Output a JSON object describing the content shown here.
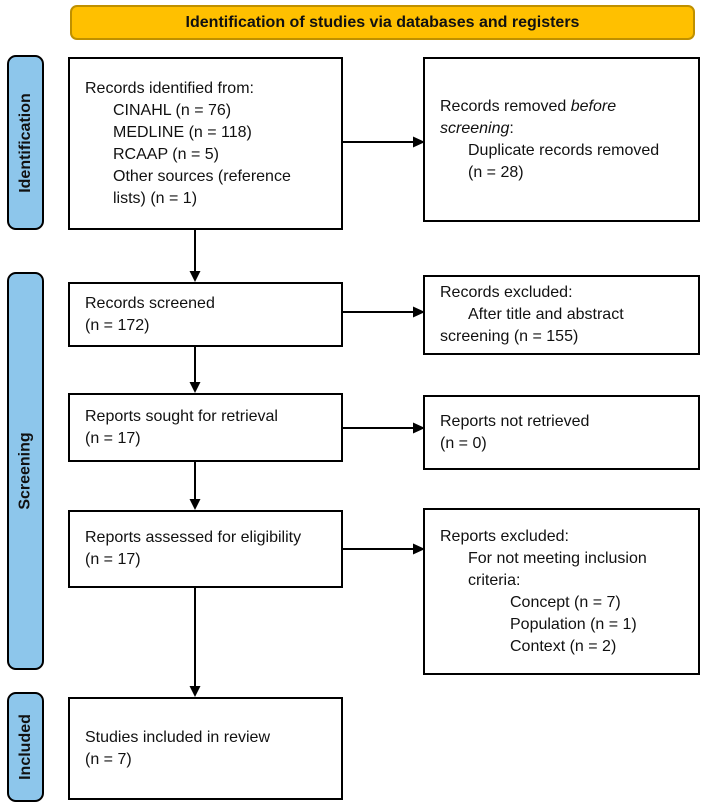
{
  "title": "Identification of studies via databases and registers",
  "colors": {
    "header_bg": "#FFC000",
    "header_border": "#BF9000",
    "stage_bg": "#8DC6EB",
    "box_border": "#000000"
  },
  "stages": {
    "identification": "Identification",
    "screening": "Screening",
    "included": "Included"
  },
  "boxes": {
    "identified": {
      "lines": [
        "Records identified from:",
        "CINAHL (n = 76)",
        "MEDLINE (n = 118)",
        "RCAAP (n = 5)",
        "Other sources (reference",
        "lists) (n = 1)"
      ]
    },
    "removed": {
      "l1_normal": "Records removed ",
      "l1_italic": "before",
      "l2_italic": "screening",
      "l2_normal": ":",
      "lines": [
        "Duplicate records removed",
        "(n = 28)"
      ]
    },
    "screened": {
      "lines": [
        "Records screened",
        "(n = 172)"
      ]
    },
    "excluded_screening": {
      "lines": [
        "Records excluded:",
        "After title and abstract",
        "screening (n = 155)"
      ]
    },
    "sought": {
      "lines": [
        "Reports sought for retrieval",
        "(n = 17)"
      ]
    },
    "not_retrieved": {
      "lines": [
        "Reports not retrieved",
        "(n = 0)"
      ]
    },
    "assessed": {
      "lines": [
        "Reports assessed for eligibility",
        "(n = 17)"
      ]
    },
    "excluded_eligibility": {
      "lines": [
        "Reports excluded:",
        "For not meeting inclusion",
        "criteria:",
        "Concept (n = 7)",
        "Population (n = 1)",
        "Context (n = 2)"
      ]
    },
    "included_review": {
      "lines": [
        "Studies included in review",
        "(n = 7)"
      ]
    }
  }
}
